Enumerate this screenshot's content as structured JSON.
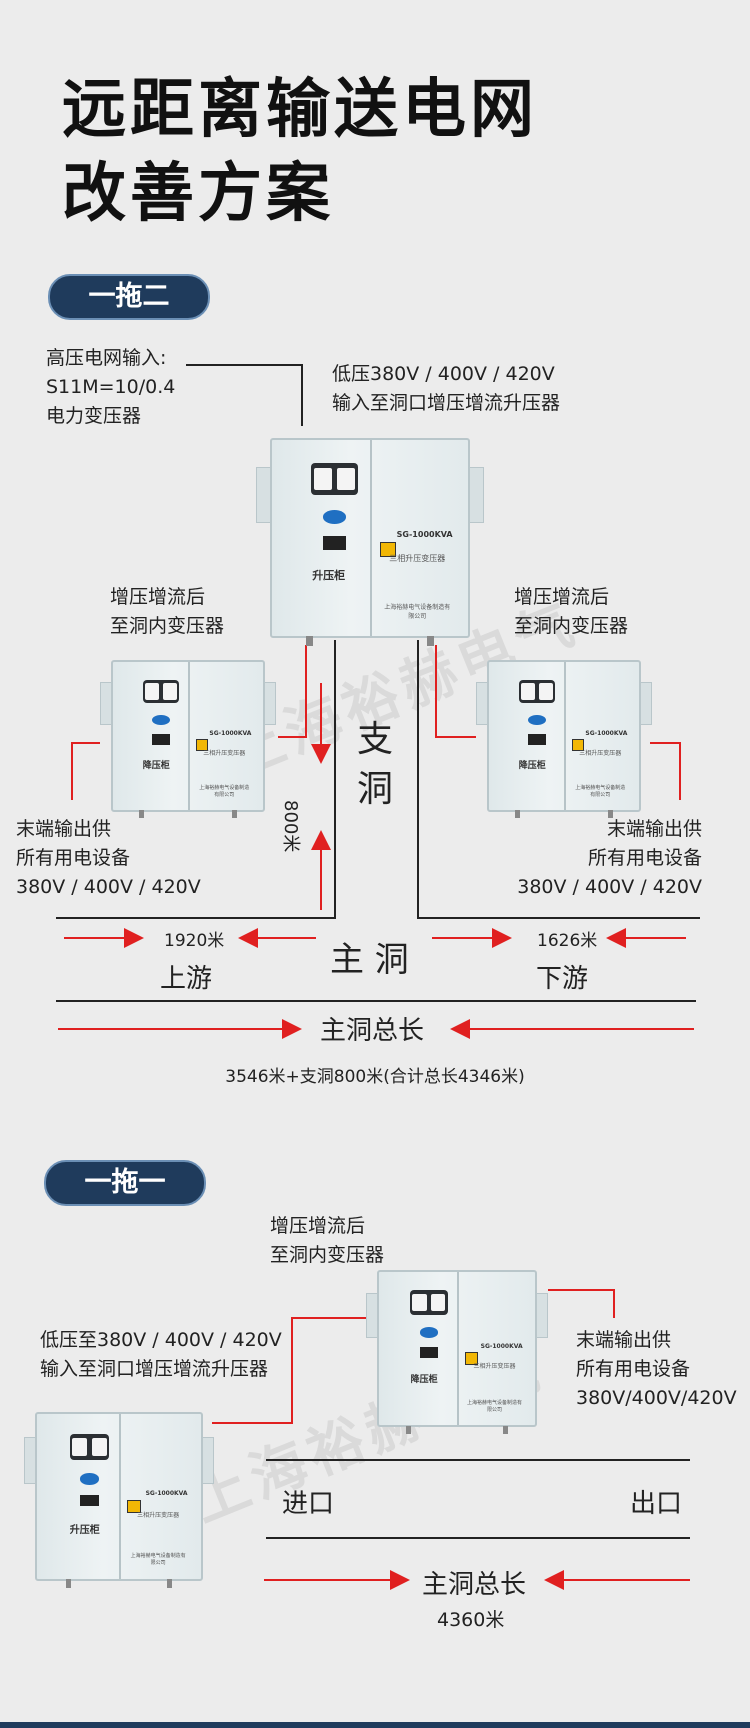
{
  "title": {
    "line1": "远距离输送电网",
    "line2": "改善方案"
  },
  "section1": {
    "badge": "一拖二",
    "hv_input": [
      "高压电网输入:",
      "S11M=10/0.4",
      "电力变压器"
    ],
    "lv_input": [
      "低压380V / 400V / 420V",
      "输入至洞口增压增流升压器"
    ],
    "after_left": [
      "增压增流后",
      "至洞内变压器"
    ],
    "after_right": [
      "增压增流后",
      "至洞内变压器"
    ],
    "branch_label": "支",
    "branch_label2": "洞",
    "branch_length": "800米",
    "end_left": [
      "末端输出供",
      "所有用电设备",
      "380V / 400V / 420V"
    ],
    "end_right": [
      "末端输出供",
      "所有用电设备",
      "380V / 400V / 420V"
    ],
    "upstream_length": "1920米",
    "downstream_length": "1626米",
    "main_tunnel": "主  洞",
    "upstream": "上游",
    "downstream": "下游",
    "total_label": "主洞总长",
    "total_value": "3546米+支洞800米(合计总长4346米)"
  },
  "section2": {
    "badge": "一拖一",
    "after": [
      "增压增流后",
      "至洞内变压器"
    ],
    "lv_input": [
      "低压至380V / 400V / 420V",
      "输入至洞口增压增流升压器"
    ],
    "end": [
      "末端输出供",
      "所有用电设备",
      "380V/400V/420V"
    ],
    "entrance": "进口",
    "exit": "出口",
    "total_label": "主洞总长",
    "total_value": "4360米"
  },
  "cabinets": {
    "step_up_label": "升压柜",
    "step_down_label": "降压柜",
    "model_main": "SG-1000KVA",
    "model_small": "SG-1000KVA",
    "subtitle": "三相升压变压器",
    "maker": "上海裕赫电气设备制造有限公司"
  },
  "watermark": "上海裕赫电气",
  "colors": {
    "accent_line": "#e02020",
    "badge_bg": "#1f3b5c",
    "line_dark": "#222222"
  }
}
